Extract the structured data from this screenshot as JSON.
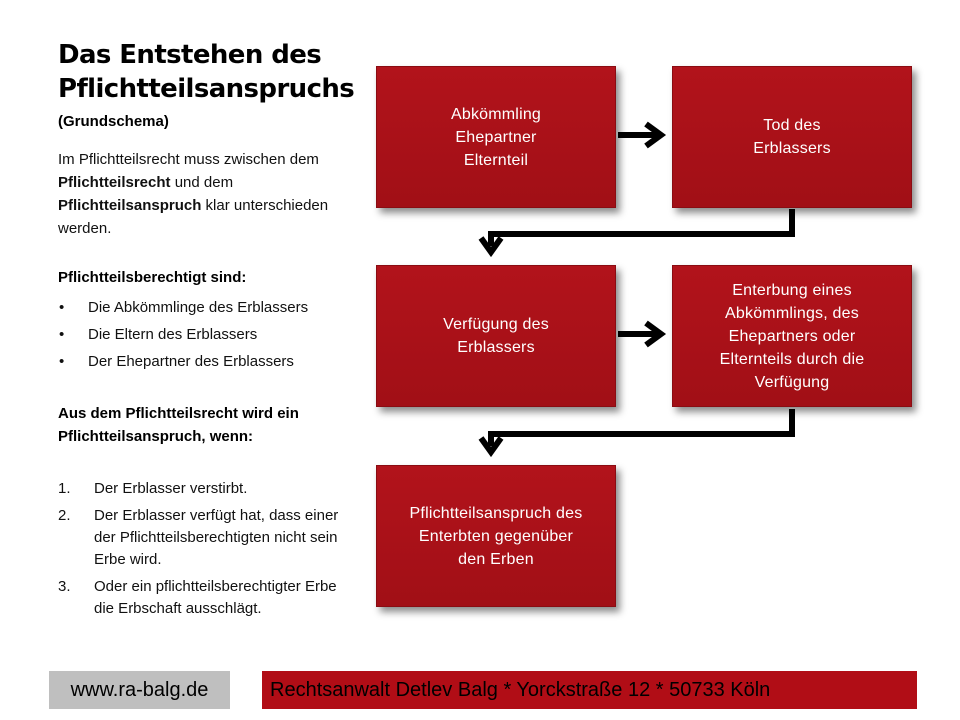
{
  "title": {
    "line1": "Das Entstehen des",
    "line2": "Pflichtteilsanspruchs",
    "subtitle": "(Grundschema)"
  },
  "intro": {
    "part1": "Im Pflichtteilsrecht muss zwischen dem ",
    "bold1": "Pflichtteilsrecht",
    "part2": " und dem ",
    "bold2": "Pflichtteilsanspruch",
    "part3": " klar unterschieden werden."
  },
  "entitled": {
    "heading": "Pflichtteilsberechtigt sind:",
    "bullet": "•",
    "items": [
      "Die Abkömmlinge des Erblassers",
      "Die Eltern des Erblassers",
      "Der Ehepartner des Erblassers"
    ]
  },
  "conditions": {
    "heading": "Aus dem Pflichtteilsrecht wird ein Pflichtteilsanspruch, wenn:",
    "items": [
      {
        "num": "1.",
        "text": "Der Erblasser verstirbt."
      },
      {
        "num": "2.",
        "text": "Der Erblasser verfügt hat, dass einer der Pflichtteilsberechtigten nicht sein Erbe wird."
      },
      {
        "num": "3.",
        "text": "Oder ein pflichtteilsberechtigter Erbe die Erbschaft ausschlägt."
      }
    ]
  },
  "flow": {
    "boxes": [
      "Abkömmling\nEhepartner\nElternteil",
      "Tod des\nErblassers",
      "Verfügung des\nErblassers",
      "Enterbung eines\nAbkömmlings, des\nEhepartners oder\nElternteils durch die\nVerfügung",
      "Pflichtteilsanspruch  des\nEnterbten gegenüber\nden Erben"
    ]
  },
  "colors": {
    "box_fill": "#b2131b",
    "arrow": "#000000",
    "footer_left_bg": "#bfbfbf",
    "footer_right_bg": "#b10d16"
  },
  "footer": {
    "website": "www.ra-balg.de",
    "address": "Rechtsanwalt Detlev Balg * Yorckstraße 12 * 50733 Köln"
  }
}
